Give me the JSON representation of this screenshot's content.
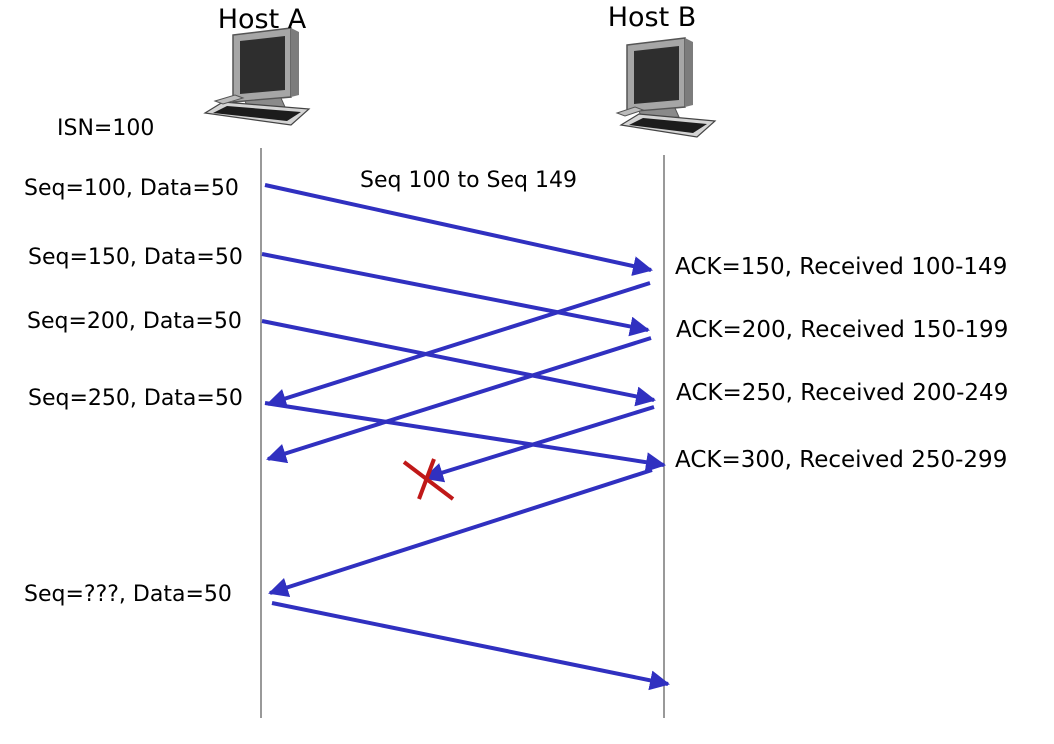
{
  "hosts": {
    "a": {
      "label": "Host A",
      "icon": "desktop-computer-icon"
    },
    "b": {
      "label": "Host B",
      "icon": "desktop-computer-icon"
    }
  },
  "isn_label": "ISN=100",
  "segments": [
    {
      "label": "Seq=100, Data=50"
    },
    {
      "label": "Seq=150, Data=50"
    },
    {
      "label": "Seq=200, Data=50"
    },
    {
      "label": "Seq=250, Data=50"
    },
    {
      "label": "Seq=???, Data=50"
    }
  ],
  "first_segment_note": "Seq 100 to Seq 149",
  "acks": [
    {
      "label": "ACK=150, Received 100-149"
    },
    {
      "label": "ACK=200, Received 150-199"
    },
    {
      "label": "ACK=250, Received 200-249"
    },
    {
      "label": "ACK=300, Received 250-299"
    }
  ],
  "loss_marker": "lost-ack-x-icon",
  "colors": {
    "arrow": "#3030c0",
    "loss": "#c01818",
    "timeline": "#999999"
  }
}
